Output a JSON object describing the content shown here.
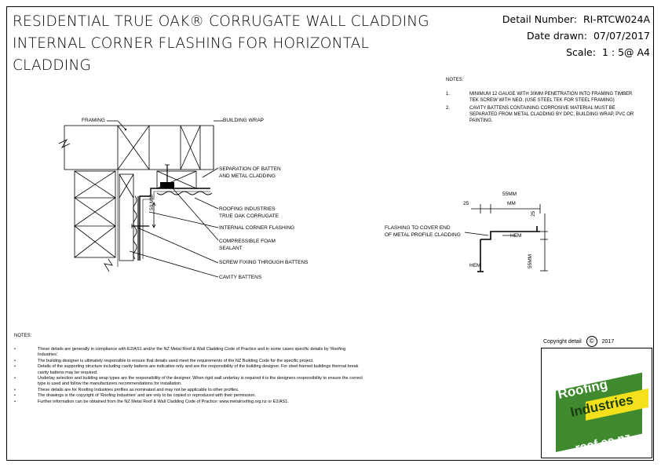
{
  "title": {
    "line1": "RESIDENTIAL TRUE OAK® CORRUGATE WALL CLADDING",
    "line2": "INTERNAL CORNER FLASHING FOR HORIZONTAL",
    "line3": "CLADDING"
  },
  "meta": {
    "detail_label": "Detail Number:",
    "detail_value": "RI-RTCW024A",
    "date_label": "Date drawn:",
    "date_value": "07/07/2017",
    "scale_label": "Scale:",
    "scale_value": "1 : 5@ A4"
  },
  "notes_right": {
    "header": "NOTES:",
    "items": [
      {
        "num": "1.",
        "text": "MINIMUM 12 GAUGE WITH 30mm PENETRATION INTO FRAMING TIMBER TEK SCREW WITH NEO. (USE STEEL TEK FOR STEEL FRAMING)"
      },
      {
        "num": "2.",
        "text": "CAVITY BATTENS CONTAINING CORROSIVE MATERIAL MUST BE SEPARATED FROM METAL CLADDING BY DPC, BUILDING WRAP, PVC OR PAINTING."
      }
    ]
  },
  "diagram_labels": {
    "framing": "FRAMING",
    "building_wrap": "BUILDING WRAP",
    "separation_1": "SEPARATION OF BATTEN",
    "separation_2": "AND METAL CLADDING",
    "roofing_1": "ROOFING INDUSTRIES",
    "roofing_2": "TRUE OAK CORRUGATE",
    "flashing": "INTERNAL CORNER FLASHING",
    "foam_1": "COMPRESSIBLE FOAM",
    "foam_2": "SEALANT",
    "screw": "SCREW FIXING THROUGH BATTENS",
    "cavity": "CAVITY BATTENS",
    "dim_50": "50 mm",
    "flash_cover_1": "FLASHING TO COVER END",
    "flash_cover_2": "OF METAL PROFILE CLADDING",
    "dim_25a": "25",
    "dim_55a": "55mm",
    "dim_mm": "mm",
    "dim_25b": "25",
    "dim_55b": "55mm",
    "hem1": "HEM",
    "hem2": "HEM"
  },
  "notes_bottom": {
    "header": "NOTES:",
    "items": [
      "These details are generally in compliance with E2/AS1 and/or the NZ Metal Roof & Wall Cladding Code of Practice and in some cases specific details by 'Roofing Industries'.",
      "The building designer is ultimately responsible to ensure that details used meet the requirements of the NZ Building Code for the specific project.",
      "Details of the supporting structure including cavity battens are indicative only and are the responsibility of the building designer. For steel framed buildings thermal break cavity battens may be required.",
      "Underlay selection and building wrap types are the responsibility of the designer. When rigid wall underlay is required it is the designers responsibility to ensure the correct type is used and follow the manufacturers recommendations for installation.",
      "These details are for Roofing Industries profiles as nominated and may not be applicable to other profiles.",
      "The drawings is the copyright of 'Roofing Industries' and are only to be copied or reproduced with their permission.",
      "Further information can be obtained from the NZ Metal Roof & Wall Cladding Code of Practice: www.metalroofing.org.nz or E2/AS1."
    ]
  },
  "copyright": {
    "label": "Copyright detail",
    "symbol": "©",
    "year": "2017"
  },
  "logo": {
    "word1": "Roofing",
    "word2": "Industries",
    "url": "roof.co.nz",
    "green": "#3f8a2e",
    "yellow": "#f4e11c"
  }
}
